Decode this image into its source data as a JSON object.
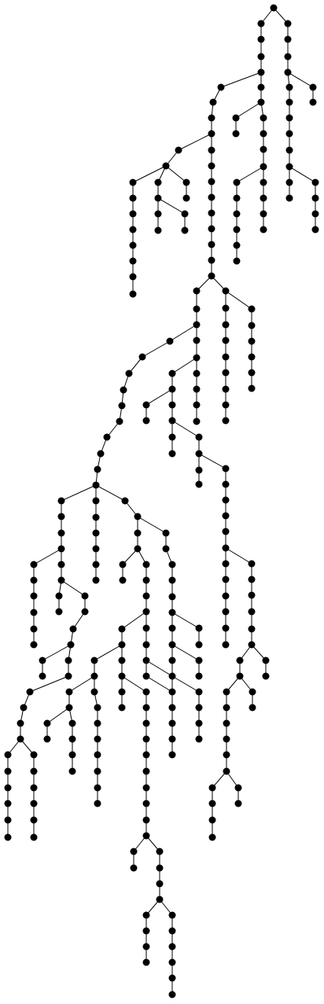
{
  "tree": {
    "edge_color": "#000000",
    "node_color": "#000000",
    "background": "#ffffff",
    "root": "n0",
    "parents": {
      "n1": "n0",
      "n2": "n1",
      "n3": "n2",
      "n4": "n3",
      "n5": "n4",
      "n6": "n5",
      "n7": "n6",
      "n8": "n7",
      "n9": "n8",
      "n10": "n9",
      "n11": "n10",
      "n12": "n11",
      "n13": "n12",
      "n14": "n13",
      "n15": "n14",
      "n16": "n15",
      "n17": "n16",
      "n18": "n17",
      "n19": "n18",
      "n20": "n19",
      "n21": "n20",
      "n22": "n21",
      "n23": "n22",
      "n24": "n23",
      "n25": "n7",
      "n26": "n25",
      "n27": "n26",
      "n28": "n27",
      "n29": "n28",
      "n30": "n29",
      "n31": "n30",
      "n32": "n31",
      "n33": "n32",
      "n34": "n33",
      "n35": "n34",
      "n36": "n35",
      "n37": "n36",
      "n38": "n37",
      "n39": "n27",
      "n40": "n39",
      "n41": "n40",
      "n42": "n27",
      "n43": "n42",
      "n44": "n43",
      "n45": "n44",
      "n46": "n45",
      "n47": "n46",
      "n48": "n47",
      "n49": "n27",
      "n50": "n49",
      "n51": "n50",
      "n52": "n51",
      "n53": "n6",
      "n54": "n53",
      "n55": "n6",
      "n56": "n55",
      "n57": "n56",
      "n58": "n57",
      "n59": "n58",
      "n60": "n59",
      "n61": "n60",
      "n62": "n61",
      "n63": "n57",
      "n64": "n63",
      "n65": "n64",
      "n66": "n57",
      "n67": "n66",
      "n68": "n57",
      "n69": "n68",
      "n70": "n69",
      "n71": "n70",
      "n72": "n0",
      "n73": "n72",
      "n74": "n73",
      "n75": "n74",
      "n76": "n75",
      "n77": "n76",
      "n78": "n75",
      "n79": "n78",
      "n80": "n79",
      "n81": "n80",
      "n82": "n81",
      "n83": "n82",
      "n84": "n82",
      "n85": "n84",
      "n86": "n85",
      "n87": "n86",
      "n88": "n24",
      "n89": "n88",
      "n90": "n89",
      "n91": "n90",
      "n92": "n91",
      "n93": "n92",
      "n94": "n93",
      "n95": "n94",
      "n96": "n95",
      "n97": "n24",
      "n98": "n97",
      "n99": "n98",
      "n100": "n99",
      "n101": "n100",
      "n102": "n101",
      "n103": "n102",
      "n104": "n103",
      "n105": "n97",
      "n106": "n105",
      "n107": "n106",
      "n108": "n107",
      "n109": "n108",
      "n110": "n89",
      "n111": "n110",
      "n112": "n111",
      "n113": "n112",
      "n114": "n113",
      "n115": "n114",
      "n116": "n115",
      "n117": "n116",
      "n118": "n90",
      "n119": "n118",
      "n120": "n119",
      "n121": "n120",
      "n122": "n121",
      "n123": "n90",
      "n124": "n123",
      "n125": "n124",
      "n126": "n125",
      "n127": "n126",
      "n128": "n124",
      "n129": "n128",
      "n130": "n128",
      "n131": "n130",
      "n132": "n131",
      "n133": "n132",
      "n134": "n133",
      "n135": "n134",
      "n136": "n135",
      "n137": "n136",
      "n138": "n137",
      "n139": "n138",
      "n140": "n139",
      "n141": "n140",
      "n142": "n141",
      "n143": "n142",
      "n144": "n143",
      "n145": "n137",
      "n146": "n145",
      "n147": "n146",
      "n148": "n147",
      "n149": "n148",
      "n150": "n149",
      "n151": "n122",
      "n152": "n151",
      "n153": "n152",
      "n154": "n153",
      "n155": "n154",
      "n156": "n155",
      "n157": "n156",
      "n158": "n157",
      "n159": "n158",
      "n160": "n159",
      "n161": "n160",
      "n162": "n161",
      "n163": "n156",
      "n164": "n163",
      "n165": "n164",
      "n166": "n165",
      "n167": "n166",
      "n168": "n167",
      "n169": "n168",
      "n170": "n169",
      "n171": "n168",
      "n172": "n171",
      "n173": "n172",
      "n174": "n173",
      "n175": "n174",
      "n176": "n175",
      "n177": "n176",
      "n178": "n177",
      "n179": "n178",
      "n180": "n179",
      "n181": "n180",
      "n182": "n178",
      "n183": "n182",
      "n184": "n122",
      "n185": "n184",
      "n186": "n185",
      "n187": "n186",
      "n188": "n187",
      "n189": "n188",
      "n190": "n189",
      "n191": "n188",
      "n192": "n191",
      "n193": "n192",
      "n194": "n193",
      "n195": "n193",
      "n196": "n195",
      "n197": "n196",
      "n198": "n197",
      "n199": "n196",
      "n200": "n198",
      "n201": "n200",
      "n202": "n201",
      "n203": "n202",
      "n204": "n203",
      "n205": "n204",
      "n206": "n205",
      "n207": "n206",
      "n208": "n207",
      "n209": "n208",
      "n210": "n209",
      "n211": "n210",
      "n212": "n211",
      "n213": "n212",
      "n214": "n198",
      "n215": "n214",
      "n216": "n215",
      "n217": "n216",
      "n218": "n217",
      "n219": "n218",
      "n220": "n219",
      "n221": "n193",
      "n222": "n221",
      "n223": "n222",
      "n224": "n223",
      "n225": "n224",
      "n226": "n221",
      "n227": "n226",
      "n228": "n227",
      "n229": "n228",
      "n230": "n192",
      "n231": "n230",
      "n232": "n231",
      "n233": "n232",
      "n234": "n233",
      "n235": "n234",
      "n236": "n235",
      "n237": "n236",
      "n238": "n237",
      "n239": "n238",
      "n240": "n239",
      "n241": "n239",
      "n242": "n241",
      "n243": "n242",
      "n244": "n243",
      "n245": "n244",
      "n246": "n245",
      "n247": "n246",
      "n248": "n247",
      "n249": "n248",
      "n250": "n249",
      "n251": "n246",
      "n252": "n251",
      "n253": "n230",
      "n254": "n253",
      "n255": "n254",
      "n256": "n255",
      "n257": "n256",
      "n258": "n257",
      "n259": "n258",
      "n260": "n230",
      "n261": "n260",
      "n262": "n261",
      "n263": "n262",
      "n264": "n263",
      "n265": "n231",
      "n266": "n265",
      "n267": "n266",
      "n268": "n231",
      "n269": "n268",
      "n270": "n194",
      "n271": "n270",
      "n272": "n271",
      "n273": "n272",
      "n274": "n273",
      "n275": "n274",
      "n276": "n275",
      "n277": "n276",
      "n278": "n277",
      "n279": "n278",
      "n280": "n279",
      "n281": "n280",
      "n282": "n281",
      "n283": "n282",
      "n284": "n283",
      "n285": "n284",
      "n286": "n285",
      "n287": "n286",
      "n288": "n287",
      "n289": "n274",
      "n290": "n289",
      "n291": "n290",
      "n292": "n291",
      "n293": "n292",
      "n294": "n293",
      "n295": "n294",
      "n296": "n295",
      "n297": "n296",
      "n298": "n297",
      "n299": "n298",
      "n300": "n299",
      "n301": "n300",
      "n302": "n298",
      "n303": "n302",
      "n304": "n301",
      "n305": "n304",
      "n306": "n305",
      "n307": "n306",
      "n308": "n307",
      "n309": "n308",
      "n310": "n309",
      "n311": "n310",
      "n312": "n311",
      "n313": "n312",
      "n314": "n313",
      "n315": "n314",
      "n316": "n315",
      "n317": "n312",
      "n318": "n300",
      "n319": "n318",
      "n320": "n0"
    }
  }
}
